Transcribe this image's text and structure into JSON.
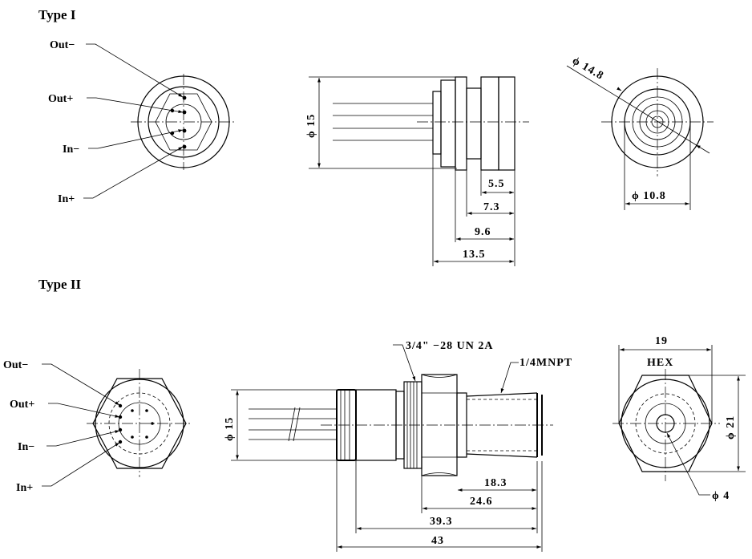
{
  "type1": {
    "title": "Type I",
    "pins": {
      "out_minus": "Out−",
      "out_plus": "Out+",
      "in_minus": "In−",
      "in_plus": "In+"
    },
    "dims": {
      "diameter_body": "ϕ 15",
      "d55": "5.5",
      "d73": "7.3",
      "d96": "9.6",
      "d135": "13.5",
      "dia_outer": "ϕ 14.8",
      "dia_inner": "ϕ 10.8"
    }
  },
  "type2": {
    "title": "Type II",
    "pins": {
      "out_minus": "Out−",
      "out_plus": "Out+",
      "in_minus": "In−",
      "in_plus": "In+"
    },
    "dims": {
      "thread": "3/4\"  −28  UN  2A",
      "npt": "1/4MNPT",
      "diameter_body": "ϕ 15",
      "d183": "18.3",
      "d246": "24.6",
      "d393": "39.3",
      "d43": "43",
      "hex_size": "19",
      "hex_label": "HEX",
      "dia_21": "ϕ 21",
      "dia_4": "ϕ 4"
    }
  }
}
